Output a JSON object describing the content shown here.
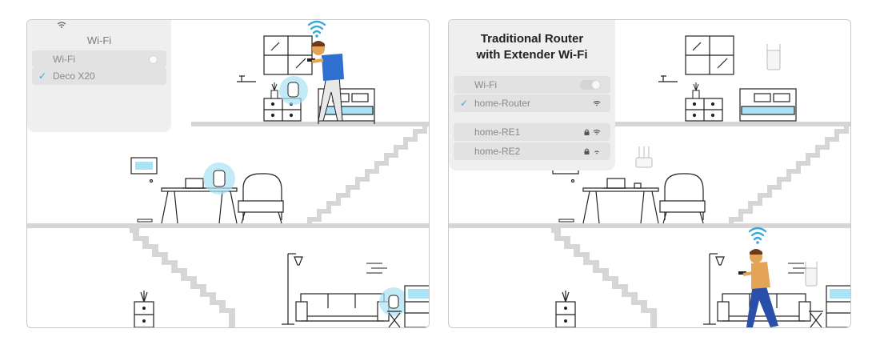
{
  "left_panel": {
    "menu": {
      "title": "Wi-Fi",
      "rows": [
        {
          "label": "Wi-Fi",
          "checked": false,
          "control": "toggle"
        },
        {
          "label": "Deco X20",
          "checked": true,
          "control": "none"
        }
      ]
    }
  },
  "right_panel": {
    "menu": {
      "heading_line1": "Traditional Router",
      "heading_line2": "with Extender Wi-Fi",
      "rows": [
        {
          "label": "Wi-Fi",
          "checked": false,
          "control": "toggle"
        },
        {
          "label": "home-Router",
          "checked": true,
          "control": "wifi"
        },
        {
          "label": "home-RE1",
          "checked": false,
          "control": "lock-wifi"
        },
        {
          "label": "home-RE2",
          "checked": false,
          "control": "lock-wifi"
        }
      ]
    }
  },
  "colors": {
    "accent": "#3aa7d8",
    "highlight": "#a9e3f4",
    "floor": "#d6d6d6",
    "shirt_blue": "#2f6fd0",
    "shirt_orange": "#e3a458",
    "pants_blue": "#2a4fa8"
  }
}
